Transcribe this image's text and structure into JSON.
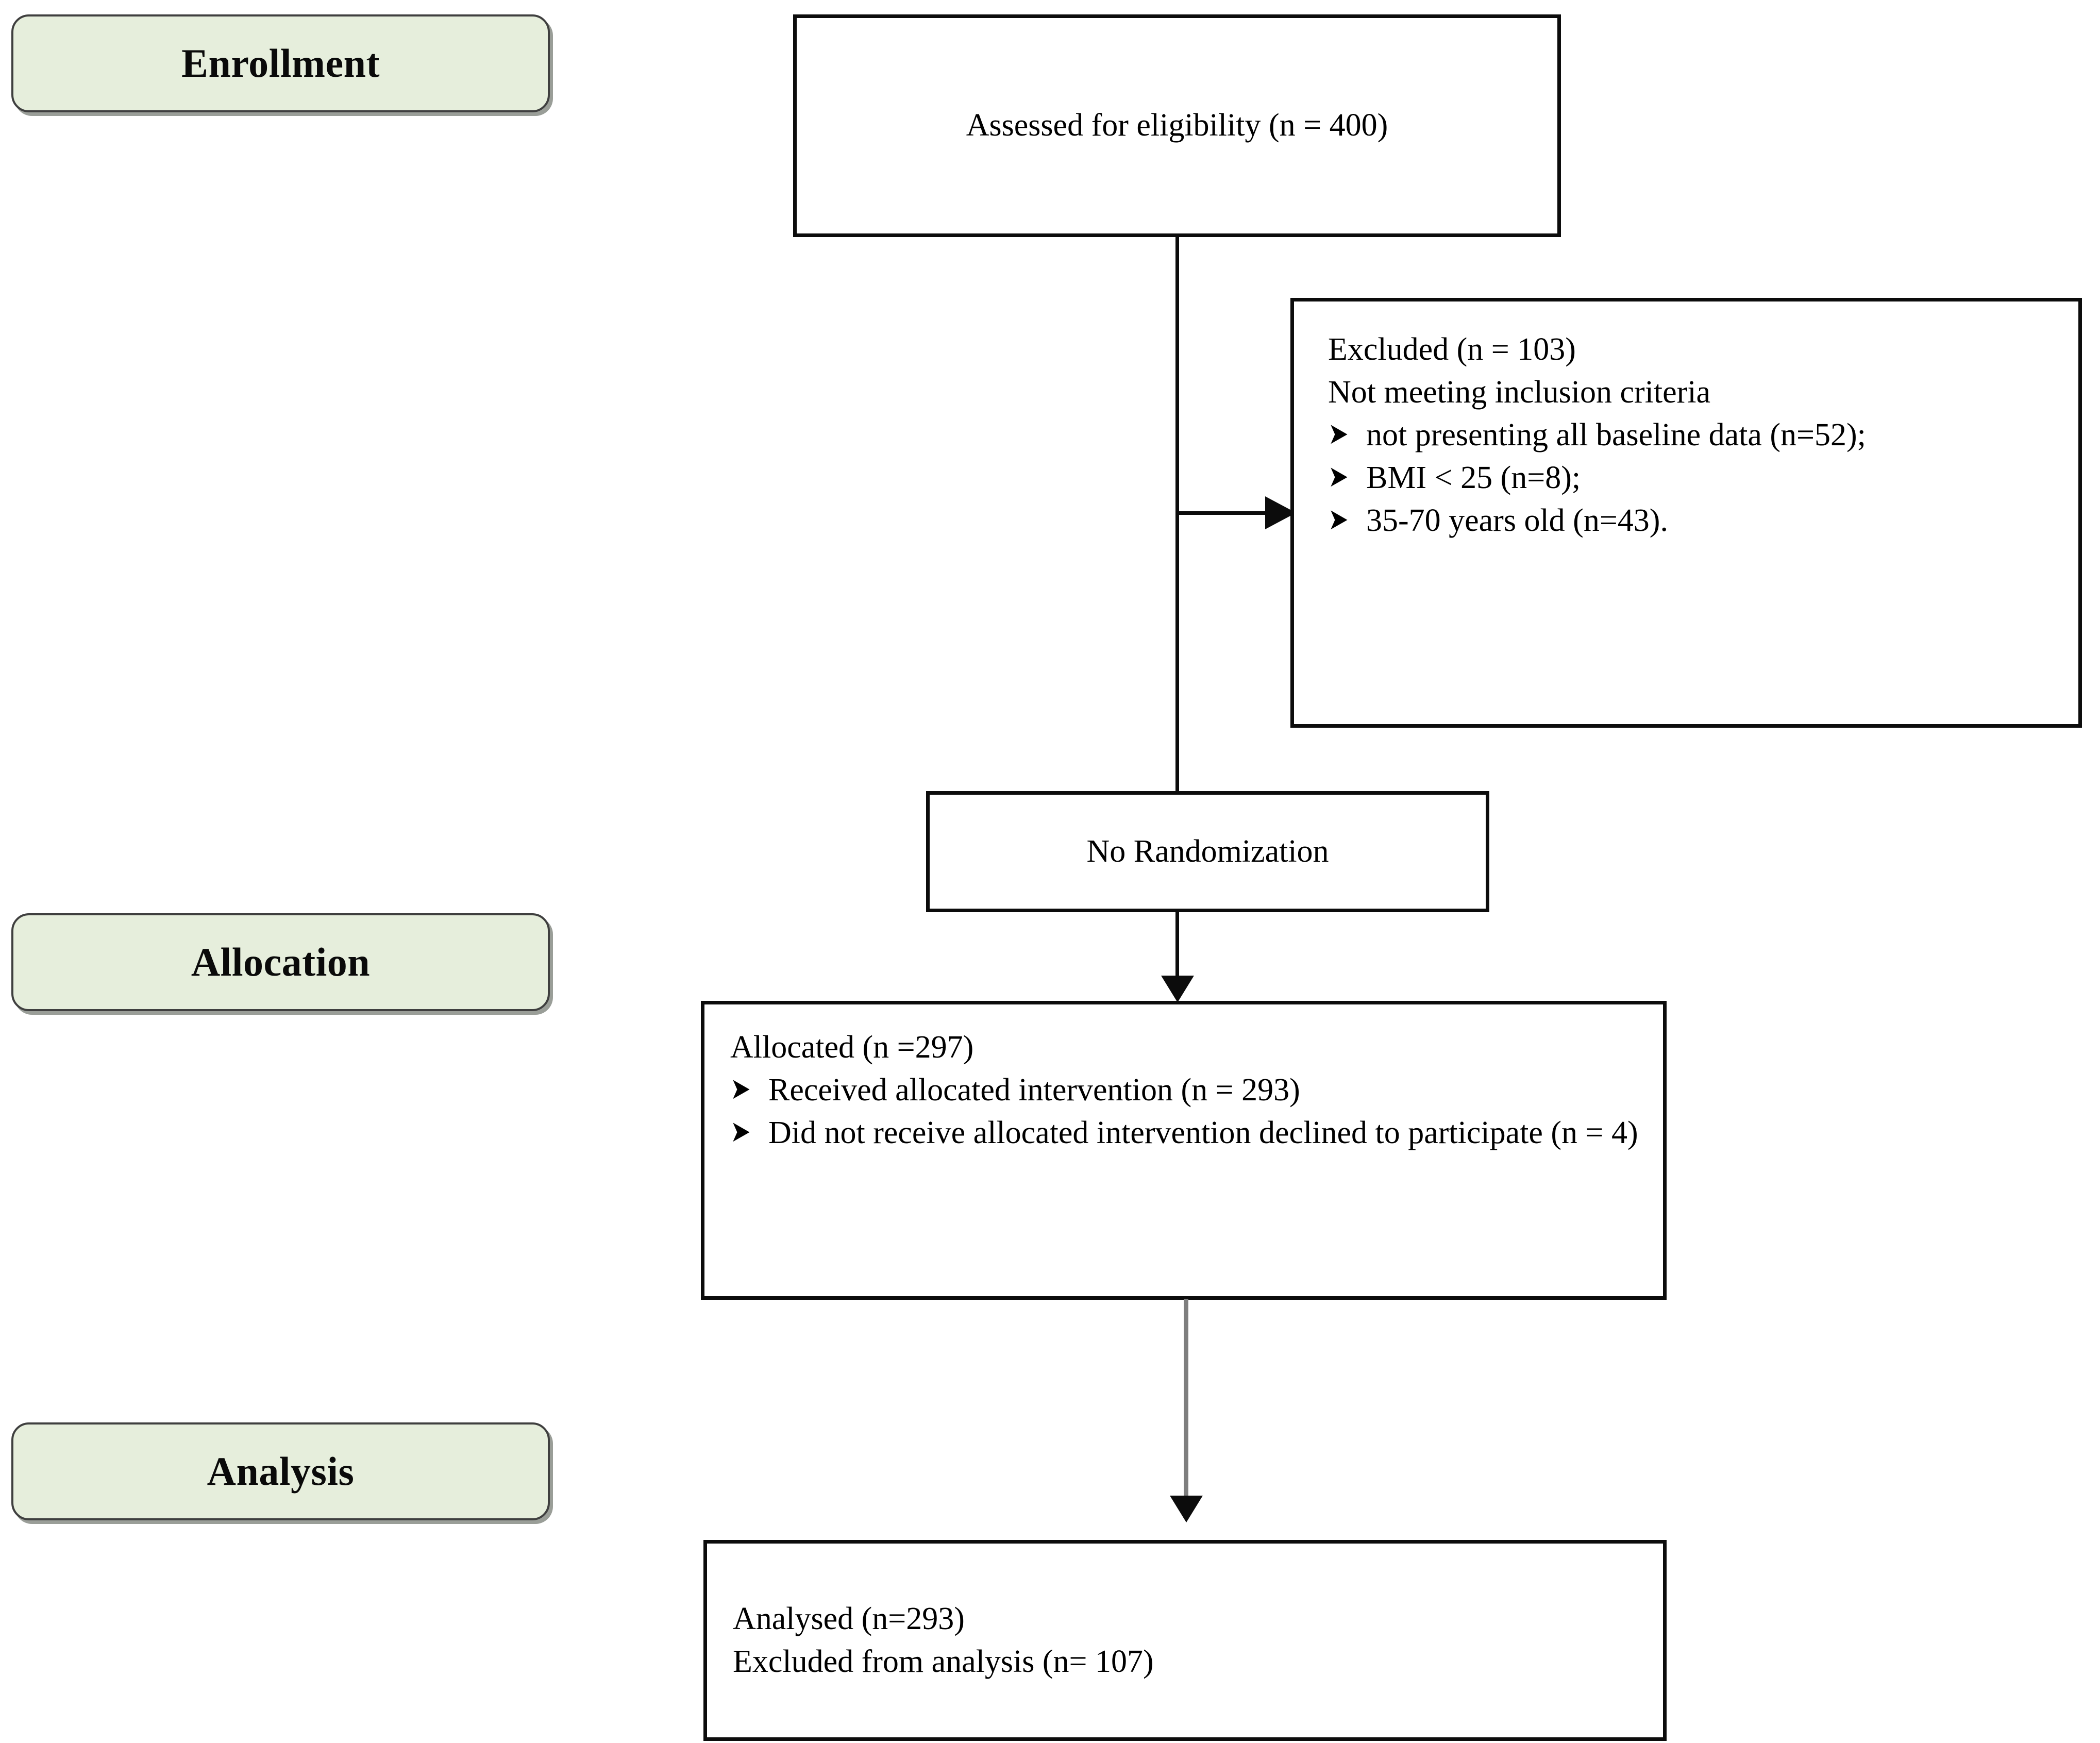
{
  "diagram": {
    "title": "CONSORT participant flow diagram",
    "accent_green": "#E6EEDC",
    "line_color": "#0C0C0C",
    "gray_arrow_color": "#7E7E7E",
    "bullet_glyph": "➤"
  },
  "stages": [
    {
      "id": "enrollment",
      "label": "Enrollment"
    },
    {
      "id": "allocation",
      "label": "Allocation"
    },
    {
      "id": "analysis",
      "label": "Analysis"
    }
  ],
  "boxes": {
    "assessed": {
      "text": "Assessed for eligibility (n = 400)"
    },
    "excluded": {
      "line1": "Excluded  (n = 103)",
      "line2": "Not meeting inclusion criteria",
      "bullets": [
        "not presenting all  baseline data (n=52);",
        "BMI < 25 (n=8);",
        "35-70 years old (n=43)."
      ]
    },
    "no_randomization": {
      "text": "No Randomization"
    },
    "allocated": {
      "line1": "Allocated (n =297)",
      "bullets": [
        "Received allocated intervention (n = 293)",
        "Did not receive allocated intervention declined to participate (n = 4)"
      ]
    },
    "analysed": {
      "line1": "Analysed (n=293)",
      "line2": "Excluded from analysis (n= 107)"
    }
  },
  "chart_data": {
    "type": "table",
    "title": "CONSORT flow counts",
    "categories": [
      "Assessed for eligibility",
      "Excluded (total)",
      "Excluded: not presenting all baseline data",
      "Excluded: BMI < 25",
      "Excluded: 35-70 years old",
      "Allocated",
      "Received allocated intervention",
      "Did not receive allocated intervention (declined)",
      "Analysed",
      "Excluded from analysis"
    ],
    "values": [
      400,
      103,
      52,
      8,
      43,
      297,
      293,
      4,
      293,
      107
    ]
  }
}
